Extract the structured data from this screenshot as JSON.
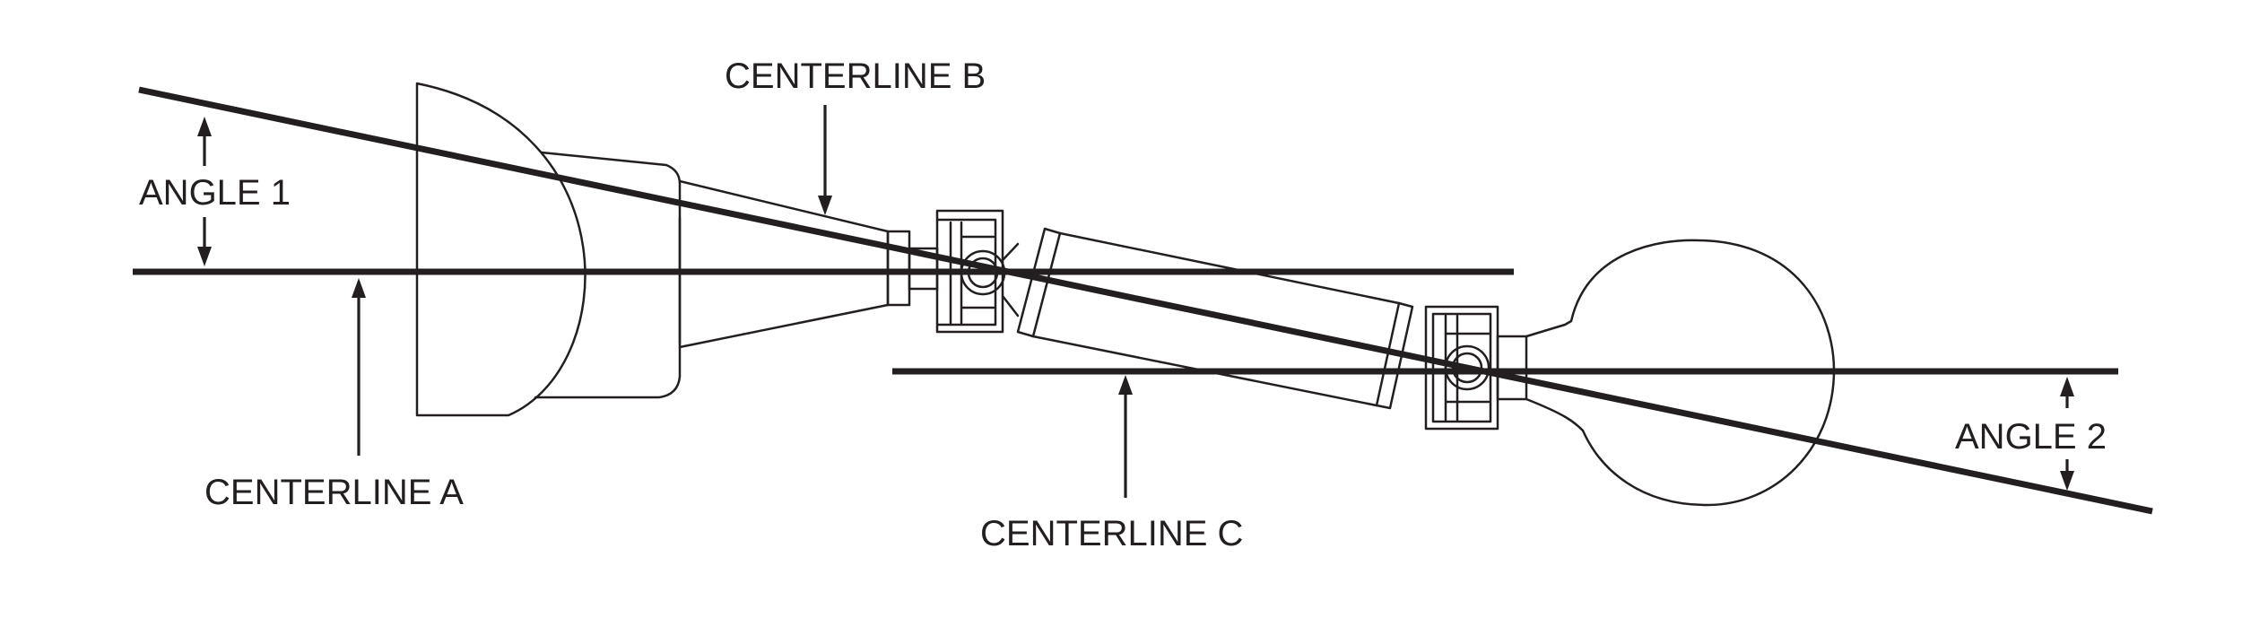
{
  "labels": {
    "angle_1": "ANGLE 1",
    "angle_2": "ANGLE 2",
    "centerline_a": "CENTERLINE A",
    "centerline_b": "CENTERLINE B",
    "centerline_c": "CENTERLINE C"
  }
}
